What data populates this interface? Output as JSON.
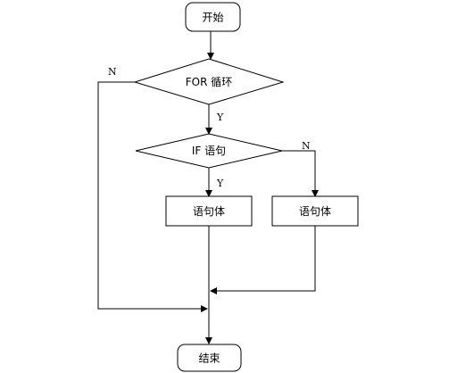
{
  "nodes": {
    "start": "开始",
    "for_loop": "FOR 循环",
    "if_stmt": "IF 语句",
    "body_yes": "语句体",
    "body_no": "语句体",
    "end": "结束"
  },
  "branches": {
    "for_no": "N",
    "for_yes": "Y",
    "if_no": "N",
    "if_yes": "Y"
  }
}
